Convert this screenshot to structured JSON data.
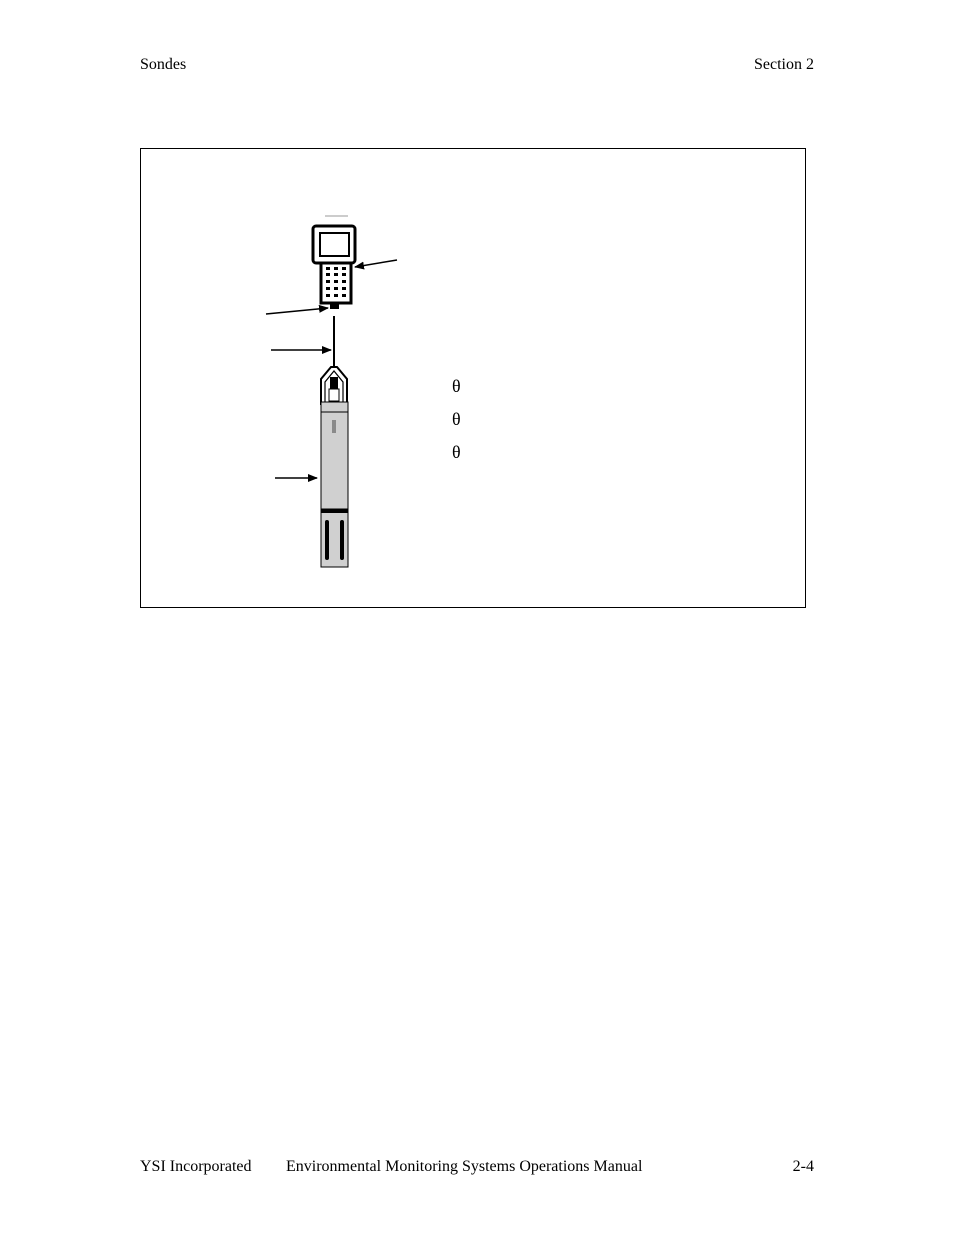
{
  "header": {
    "left": "Sondes",
    "right": "Section 2"
  },
  "figure": {
    "bullet_glyph": "θ",
    "bullets": [
      "",
      "",
      ""
    ],
    "icons": {
      "handheld": "handheld-display-icon",
      "sonde": "sonde-probe-icon"
    }
  },
  "footer": {
    "company": "YSI Incorporated",
    "title": "Environmental Monitoring Systems Operations Manual",
    "page": "2-4"
  }
}
